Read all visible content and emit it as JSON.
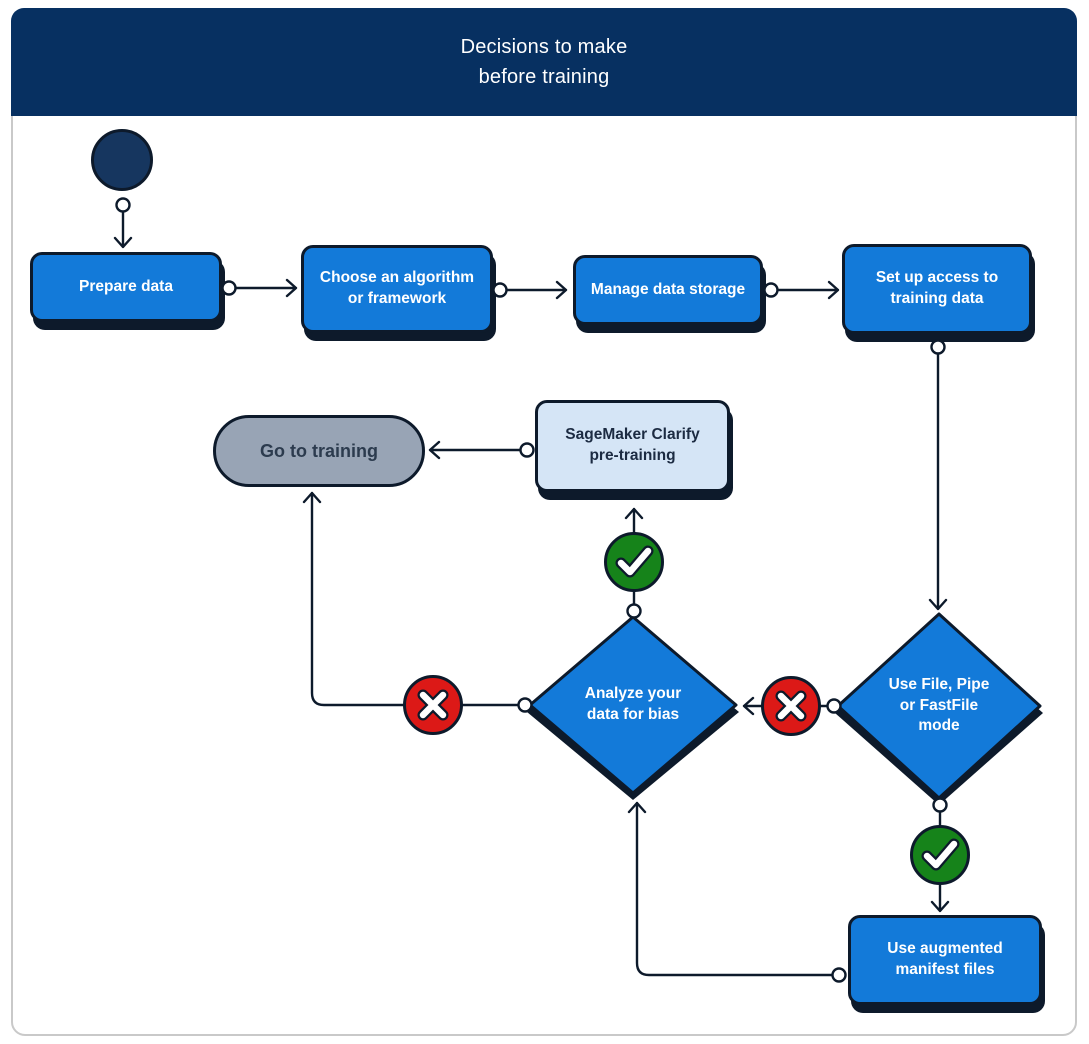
{
  "header": {
    "title": "Decisions to make\nbefore training"
  },
  "nodes": {
    "start": {
      "type": "initial-state"
    },
    "prepare_data": {
      "label": "Prepare data"
    },
    "choose_algorithm": {
      "label": "Choose an algorithm\nor framework"
    },
    "manage_storage": {
      "label": "Manage data storage"
    },
    "setup_access": {
      "label": "Set up access to\ntraining data"
    },
    "file_mode_decision": {
      "label": "Use File, Pipe\nor FastFile\nmode"
    },
    "augmented_manifest": {
      "label": "Use augmented\nmanifest files"
    },
    "analyze_bias_decision": {
      "label": "Analyze your\ndata for bias"
    },
    "clarify_pretraining": {
      "label": "SageMaker Clarify\npre-training"
    },
    "go_to_training": {
      "label": "Go to training"
    }
  },
  "badges": [
    {
      "name": "yes-badge-above-analyze-bias",
      "icon": "check-icon"
    },
    {
      "name": "yes-badge-below-file-mode",
      "icon": "check-icon"
    },
    {
      "name": "no-badge-left-of-analyze-bias",
      "icon": "x-icon"
    },
    {
      "name": "no-badge-between-diamonds",
      "icon": "x-icon"
    }
  ],
  "colors": {
    "header_bg": "#073061",
    "node_blue": "#137ad9",
    "node_light_blue": "#d5e5f6",
    "terminal_gray": "#98a4b5",
    "start_navy": "#16365f",
    "yes_green": "#16831a",
    "no_red": "#dc1917",
    "outline": "#0d1a2b"
  }
}
